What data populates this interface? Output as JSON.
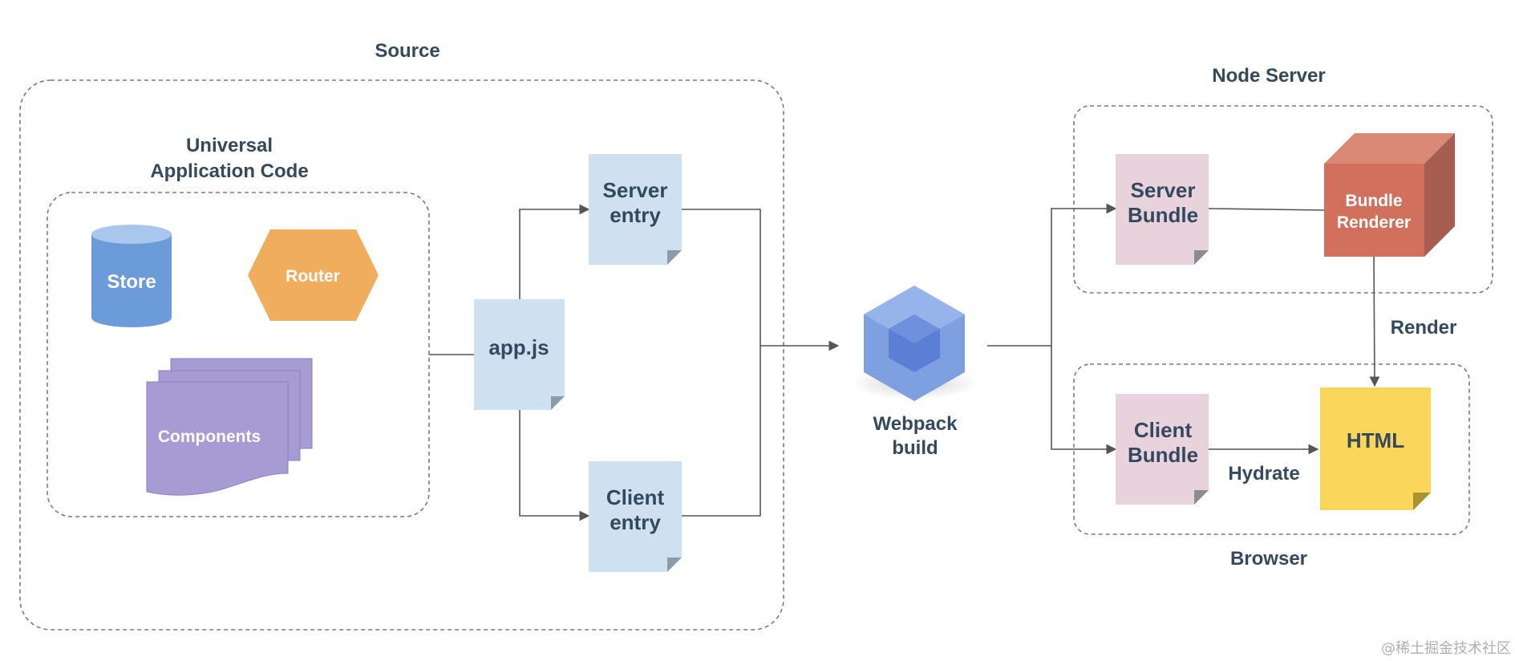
{
  "groups": {
    "source": "Source",
    "universal_line1": "Universal",
    "universal_line2": "Application Code",
    "node_server": "Node Server",
    "browser": "Browser"
  },
  "nodes": {
    "store": "Store",
    "router": "Router",
    "components": "Components",
    "app_js": "app.js",
    "server_entry_line1": "Server",
    "server_entry_line2": "entry",
    "client_entry_line1": "Client",
    "client_entry_line2": "entry",
    "webpack_line1": "Webpack",
    "webpack_line2": "build",
    "server_bundle_line1": "Server",
    "server_bundle_line2": "Bundle",
    "client_bundle_line1": "Client",
    "client_bundle_line2": "Bundle",
    "bundle_renderer_line1": "Bundle",
    "bundle_renderer_line2": "Renderer",
    "html": "HTML"
  },
  "edge_labels": {
    "render": "Render",
    "hydrate": "Hydrate"
  },
  "watermark": "@稀土掘金技术社区",
  "colors": {
    "store": "#6b9bd8",
    "router": "#f0ad5e",
    "components": "#a79bd4",
    "doc": "#cfe0f1",
    "bundle": "#e8d2dc",
    "renderer": "#d1705c",
    "html": "#fad65a",
    "webpack": "#7e9fe0",
    "text": "#34495e"
  }
}
